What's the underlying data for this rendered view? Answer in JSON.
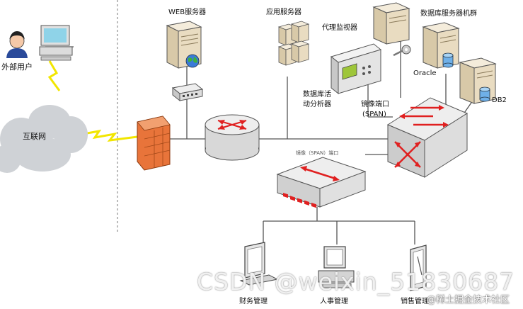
{
  "nodes": {
    "external_user": "外部用户",
    "internet": "互联网",
    "web_server": "WEB服务器",
    "app_server": "应用服务器",
    "proxy_monitor": "代理监视器",
    "db_cluster": "数据库服务器机群",
    "oracle": "Oracle",
    "db2": "DB2",
    "db_analyzer_line1": "数据库活",
    "db_analyzer_line2": "动分析器",
    "mirror_port_line1": "镜像端口",
    "mirror_port_line2": "(SPAN)",
    "switch_port_label": "镜像（SPAN）端口",
    "finance": "财务管理",
    "hr": "人事管理",
    "sales": "销售管理"
  },
  "watermarks": {
    "csdn": "CSDN @weixin_51830687",
    "juejin": "@稀土掘金技术社区"
  },
  "colors": {
    "line": "#555555",
    "lightning": "#f2e600",
    "firewall": "#e8743a",
    "server_beige": "#e9dcc1",
    "arrow_red": "#e02020",
    "device_gray": "#dcdcdc"
  }
}
